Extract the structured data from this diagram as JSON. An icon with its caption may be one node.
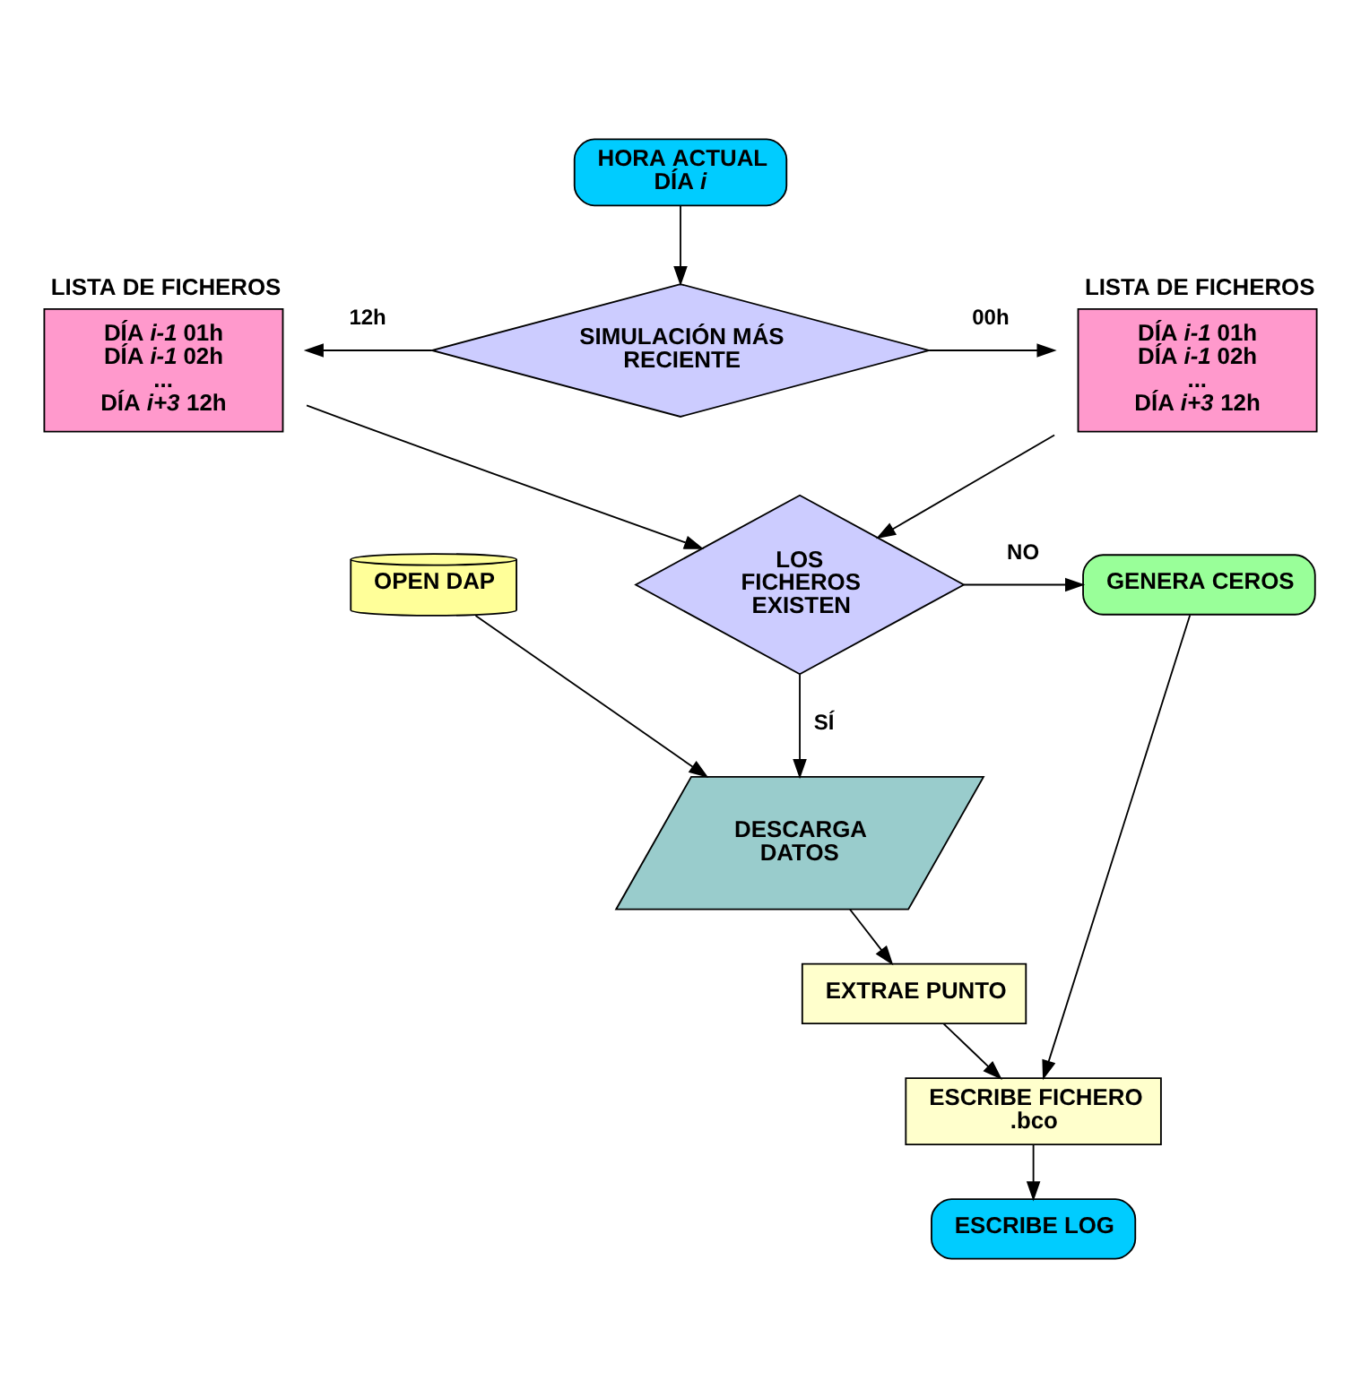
{
  "diagram": {
    "nodes": [
      {
        "text": [
          "HORA ACTUAL DÍA *i*"
        ]
      },
      {
        "text": [
          "SIMULACIÓN MÁS RECIENTE"
        ]
      },
      {
        "text": [
          "LISTA DE FICHEROS",
          "DÍA *i-1* 01h",
          "DÍA *i-1* 02h",
          "...",
          "DÍA *i+3* 12h"
        ]
      },
      {
        "text": [
          "LISTA DE FICHEROS",
          "DÍA *i-1* 01h",
          "DÍA *i-1* 02h",
          "...",
          "DÍA *i+3* 12h"
        ]
      },
      {
        "text": [
          "LOS FICHEROS EXISTEN"
        ]
      },
      {
        "text": [
          "GENERA CEROS"
        ]
      },
      {
        "text": [
          "OPEN DAP"
        ]
      },
      {
        "text": [
          "DESCARGA DATOS"
        ]
      },
      {
        "text": [
          "EXTRAE PUNTO"
        ]
      },
      {
        "text": [
          "ESCRIBE FICHERO .bco"
        ]
      },
      {
        "text": [
          "ESCRIBE LOG"
        ]
      }
    ],
    "edges": [
      {
        "from": 0,
        "to": 1,
        "arrow": "to"
      },
      {
        "from": 1,
        "to": 2,
        "arrow": "to",
        "label": "12h"
      },
      {
        "from": 1,
        "to": 3,
        "arrow": "to",
        "label": "00h"
      },
      {
        "from": 2,
        "to": 4,
        "arrow": "to"
      },
      {
        "from": 3,
        "to": 4,
        "arrow": "to"
      },
      {
        "from": 4,
        "to": 5,
        "arrow": "to",
        "label": "NO"
      },
      {
        "from": 4,
        "to": 7,
        "arrow": "to",
        "label": "SÍ"
      },
      {
        "from": 6,
        "to": 7,
        "arrow": "to"
      },
      {
        "from": 7,
        "to": 8,
        "arrow": "to"
      },
      {
        "from": 8,
        "to": 9,
        "arrow": "to"
      },
      {
        "from": 5,
        "to": 9,
        "arrow": "to"
      },
      {
        "from": 9,
        "to": 10,
        "arrow": "to"
      }
    ]
  }
}
